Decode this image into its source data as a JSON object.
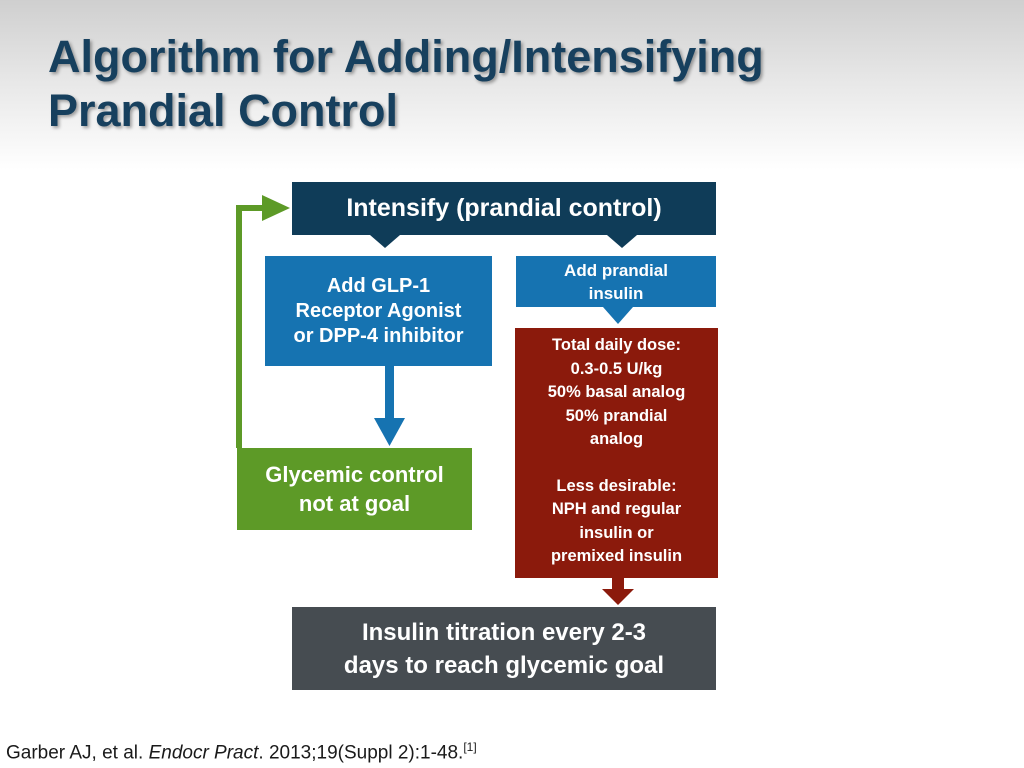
{
  "title": {
    "line1": "Algorithm for Adding/Intensifying",
    "line2": "Prandial Control"
  },
  "flowchart": {
    "intensify": "Intensify (prandial control)",
    "glp1": {
      "line1": "Add GLP-1",
      "line2": "Receptor Agonist",
      "line3": "or DPP-4 inhibitor"
    },
    "prandial": {
      "line1": "Add prandial",
      "line2": "insulin"
    },
    "dose": {
      "lines": [
        "Total daily dose:",
        "0.3-0.5 U/kg",
        "50% basal analog",
        "50% prandial",
        "analog"
      ],
      "alt_lines": [
        "Less desirable:",
        "NPH and regular",
        "insulin or",
        "premixed insulin"
      ]
    },
    "glycemic": {
      "line1": "Glycemic control",
      "line2": "not at goal"
    },
    "titration": {
      "line1": "Insulin titration every 2-3",
      "line2": "days to reach glycemic goal"
    }
  },
  "colors": {
    "title": "#17405e",
    "intensify_box": "#0f3c58",
    "blue_box": "#1673b1",
    "dose_box": "#8b1a0c",
    "glycemic_box": "#5d9a27",
    "titration_box": "#464c51"
  },
  "citation": {
    "authors": "Garber AJ, et al. ",
    "journal": "Endocr Pract",
    "details": ". 2013;19(Suppl 2):1-48.",
    "ref": "[1]"
  }
}
